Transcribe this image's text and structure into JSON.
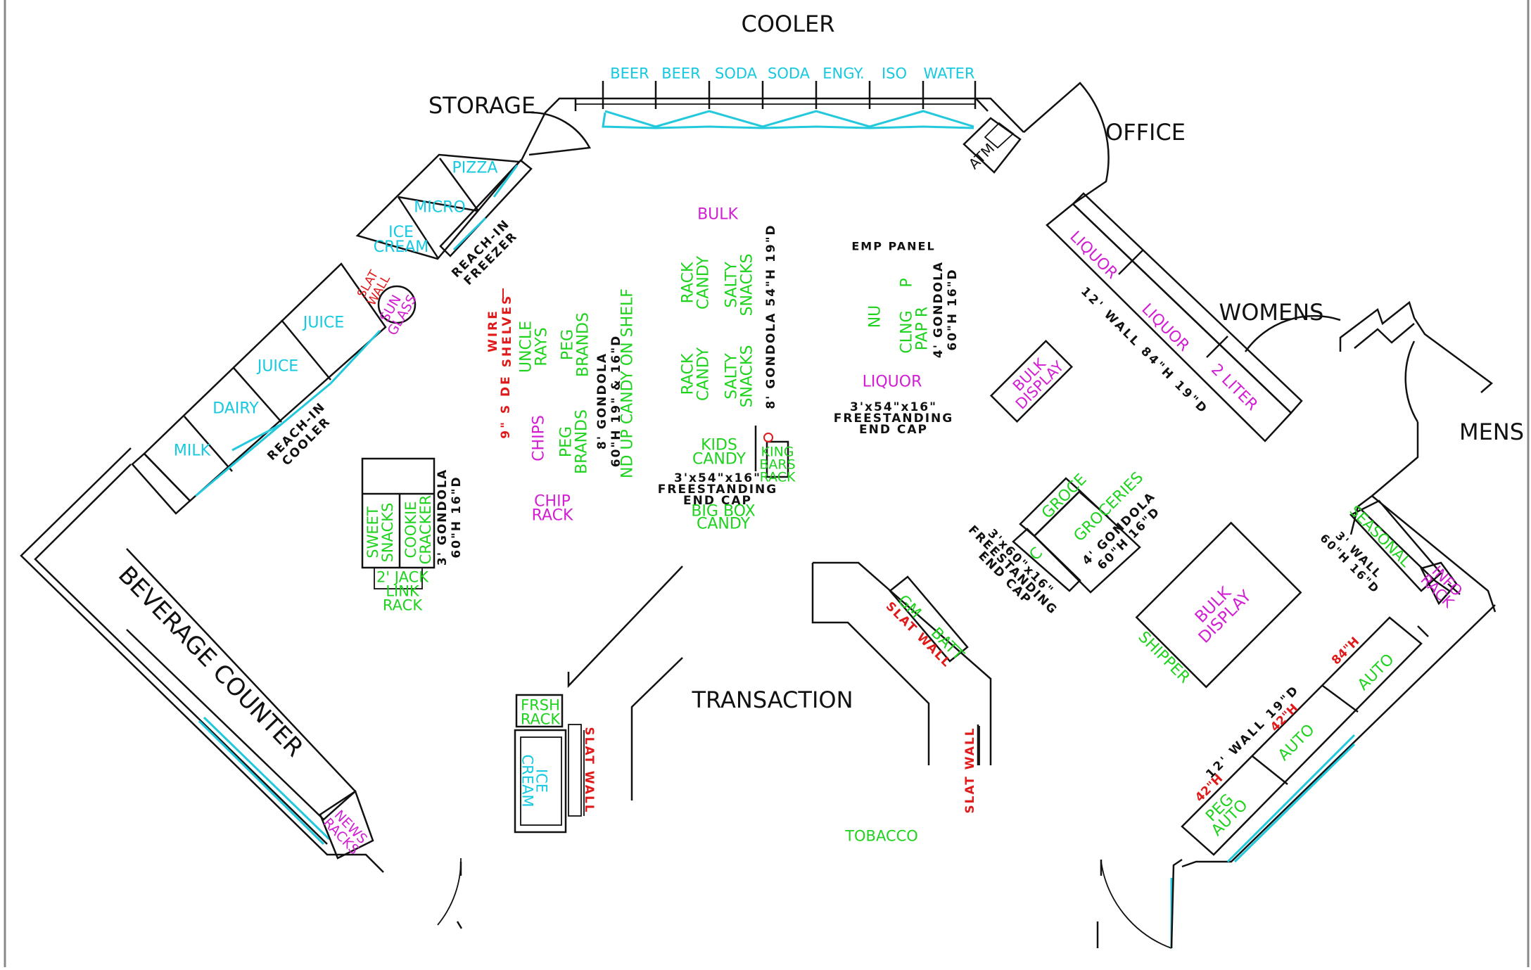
{
  "colors": {
    "area": "#111111",
    "cyan": "#16c9e0",
    "magenta": "#d21ed2",
    "green": "#1ed21e",
    "red": "#e01a1a",
    "black": "#111111"
  },
  "areas": {
    "cooler": "COOLER",
    "storage": "STORAGE",
    "office": "OFFICE",
    "womens": "WOMENS",
    "mens": "MENS",
    "transaction": "TRANSACTION",
    "beverage_counter": "BEVERAGE COUNTER"
  },
  "cooler_doors": [
    "BEER",
    "BEER",
    "SODA",
    "SODA",
    "ENGY.",
    "ISO",
    "WATER"
  ],
  "atm": "ATM",
  "freezer": {
    "items": [
      "PIZZA",
      "MICRO",
      "ICE\nCREAM"
    ],
    "label": "REACH-IN\nFREEZER"
  },
  "reach_cooler": {
    "items": [
      "JUICE",
      "JUICE",
      "DAIRY",
      "MILK"
    ],
    "label": "REACH-IN\nCOOLER"
  },
  "slat_wall_1": "SLAT\nWALL",
  "sun_glass": "SUN\nGLASS",
  "news_racks": "NEWS\nRACKS",
  "wire_shelves": "WIRE\nSHELVES",
  "wire_dim": "9\" S DE",
  "bulk": "BULK",
  "emp_panel": "EMP PANEL",
  "gondola_left": {
    "uncle_rays": "UNCLE\nRAYS",
    "peg_brands_1": "PEG\nBRANDS",
    "chips": "CHIPS",
    "peg_brands_2": "PEG\nBRANDS",
    "candy_shelf": "ND UP CANDY ON SHELF",
    "dim": "8' GONDOLA\n60\"H 19\" & 16\"D"
  },
  "gondola_mid": {
    "rack_candy": "RACK\nCANDY",
    "salty_snacks": "SALTY\nSNACKS",
    "rack_candy_2": "RACK\nCANDY",
    "salty_snacks_2": "SALTY\nSNACKS",
    "dim": "8' GONDOLA 54\"H 19\"D"
  },
  "gondola_right": {
    "nu": "NU",
    "clng": "CLNG",
    "pap": "PAP R",
    "p": "P",
    "dim": "4' GONDOLA\n60\"H 16\"D",
    "liquor": "LIQUOR",
    "endcap": "3'x54\"x16\"\nFREESTANDING\nEND CAP"
  },
  "kids_candy": "KIDS\nCANDY",
  "king_bars": "KING\nBARS\nRACK",
  "endcap_mid": "3'x54\"x16\"\nFREESTANDING\nEND CAP",
  "big_box_candy": "BIG BOX\nCANDY",
  "chip_rack": "CHIP\nRACK",
  "sweet_snacks": "SWEET\nSNACKS",
  "cookie_cracker": "COOKIE\nCRACKER",
  "gondola_3": "3' GONDOLA\n60\"H 16\"D",
  "jack_link": "2' JACK\nLINK\nRACK",
  "liquor_wall": {
    "liquor_1": "LIQUOR",
    "liquor_2": "LIQUOR",
    "two_liter": "2 LITER",
    "dim": "12' WALL 84\"H 19\"D"
  },
  "bulk_display_1": "BULK\nDISPLAY",
  "bulk_display_2": "BULK\nDISPLAY",
  "groceries": {
    "g1": "GROCE",
    "g2": "GROCERIES",
    "c": "C",
    "dim": "4' GONDOLA\n60\"H 16\"D",
    "endcap": "3'x60\"x16\"\nFREESTANDING\nEND CAP"
  },
  "seasonal": "SEASONAL",
  "info_rack": "INFO\nRACK",
  "wall_3": "3' WALL\n60\"H 16\"D",
  "shipper": "SHIPPER",
  "auto_wall": {
    "auto_1": "AUTO",
    "auto_2": "AUTO",
    "peg_auto": "PEG\nAUTO",
    "dim": "12' WALL 19\"D",
    "h84": "84\"H",
    "h42a": "42\"H",
    "h42b": "42\"H"
  },
  "gm": "GM",
  "batt": "BATT",
  "slat_wall_gm": "SLAT WALL",
  "slat_wall_right": "SLAT WALL",
  "slat_wall_left": "SLAT WALL",
  "frsh_rack": "FRSH\nRACK",
  "ice_cream_2": "ICE\nCREAM",
  "tobacco": "TOBACCO"
}
